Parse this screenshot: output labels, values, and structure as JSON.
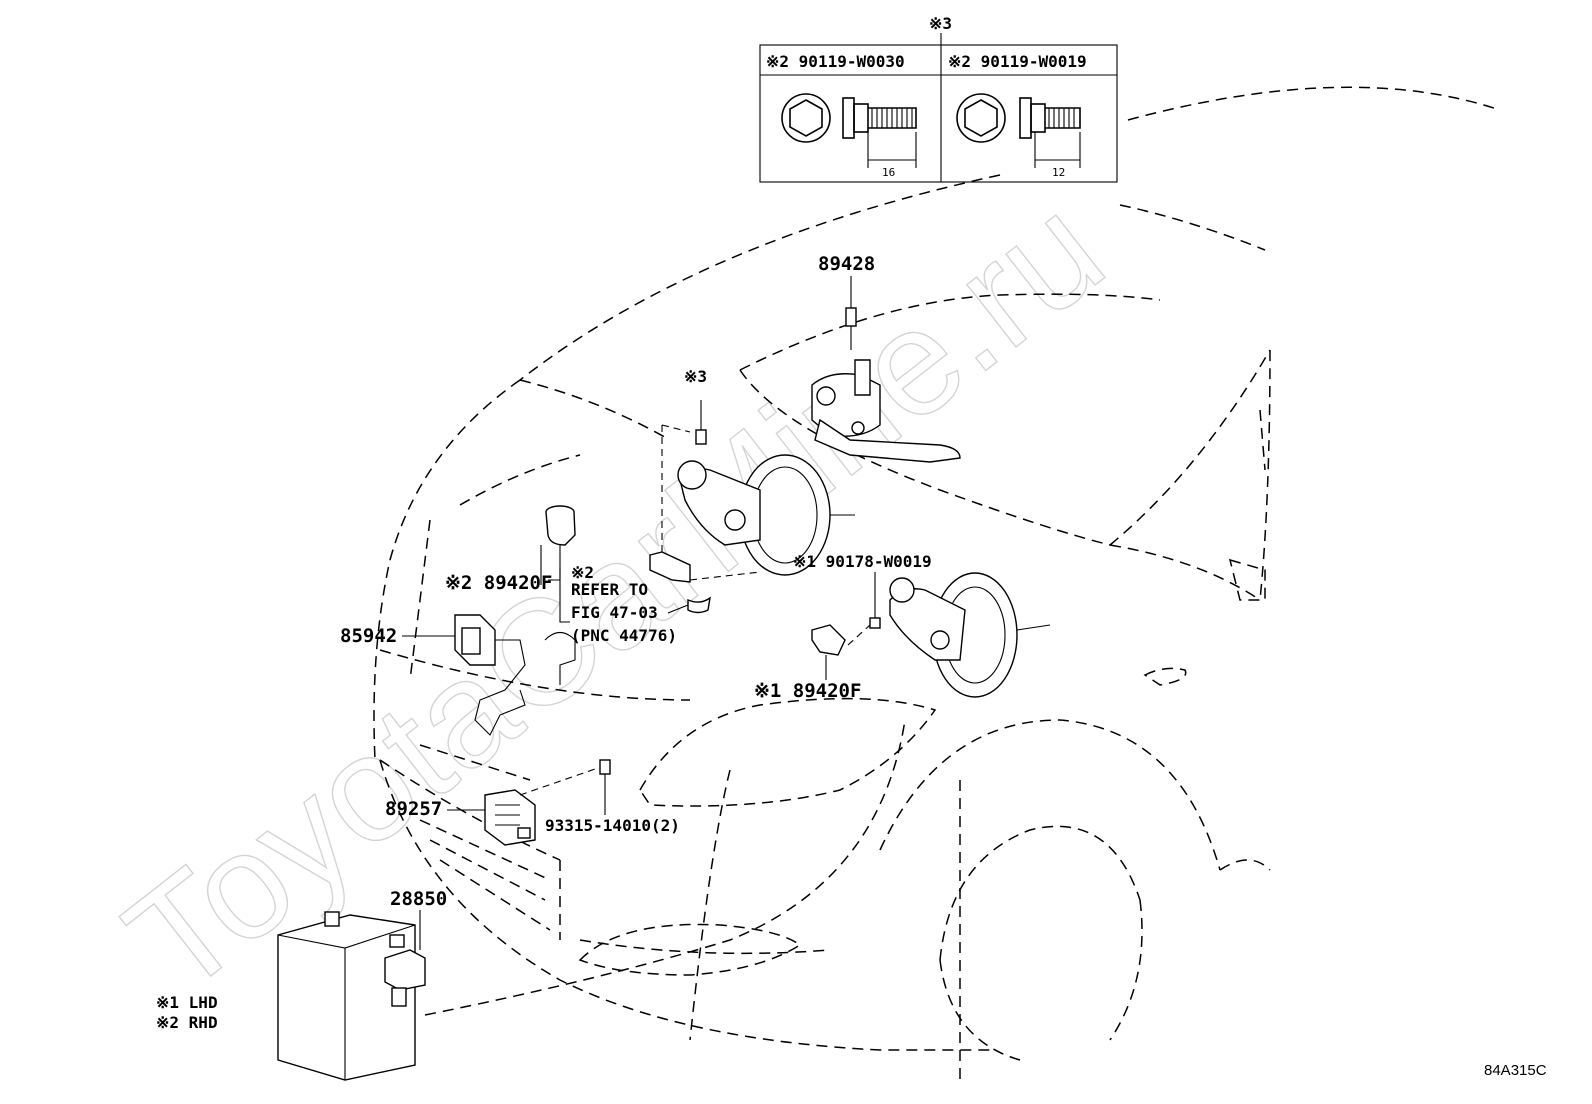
{
  "watermark": "ToyotaCarMine.ru",
  "diagram_code": "84A315C",
  "legend": {
    "lhd": "※1 LHD",
    "rhd": "※2 RHD"
  },
  "bolt_table": {
    "mark": "※3",
    "left": {
      "label": "※2 90119-W0030",
      "dim": "16"
    },
    "right": {
      "label": "※2 90119-W0019",
      "dim": "12"
    }
  },
  "labels": {
    "p89428": "89428",
    "mark3": "※3",
    "p89420f_rhd": "※2 89420F",
    "refer_mark": "※2",
    "refer_1": "REFER TO",
    "refer_2": "FIG 47-03",
    "refer_3": "(PNC 44776)",
    "p85942": "85942",
    "p90178": "※1 90178-W0019",
    "p89420f_lhd": "※1 89420F",
    "p89257": "89257",
    "p93315": "93315-14010(2)",
    "p28850": "28850"
  }
}
